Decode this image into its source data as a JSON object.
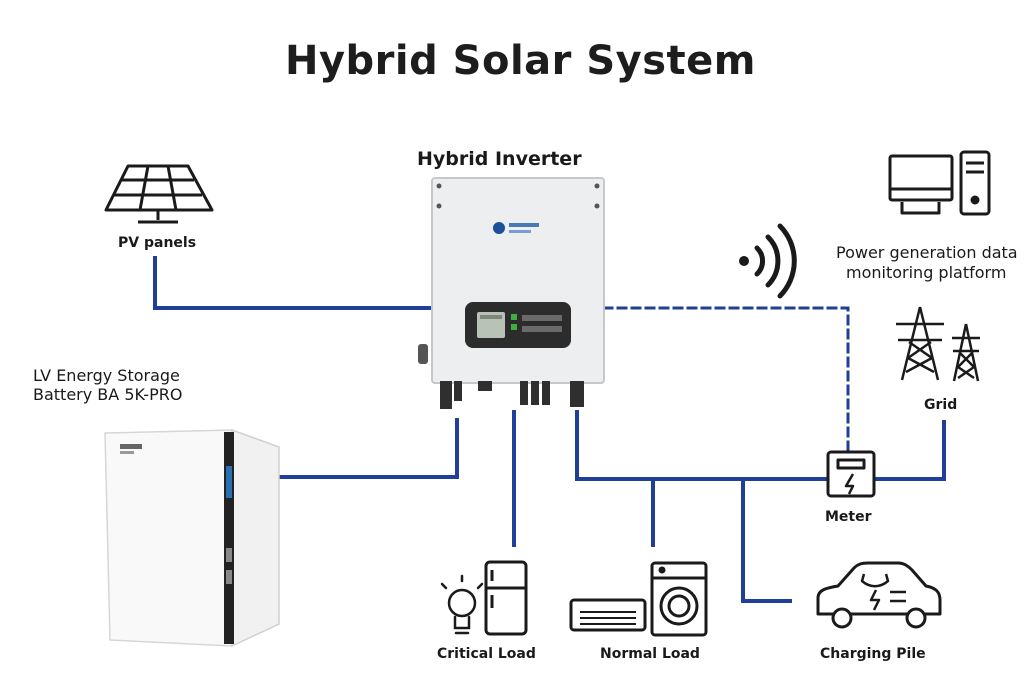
{
  "title": "Hybrid Solar System",
  "nodes": {
    "inverter": "Hybrid Inverter",
    "pv": "PV panels",
    "battery_line1": "LV Energy Storage",
    "battery_line2": "Battery BA 5K-PRO",
    "monitoring_line1": "Power generation data",
    "monitoring_line2": "monitoring platform",
    "grid": "Grid",
    "meter": "Meter",
    "critical_load": "Critical Load",
    "normal_load": "Normal Load",
    "charging_pile": "Charging Pile"
  },
  "colors": {
    "wire": "#1f3f99",
    "icon": "#1a1a1a",
    "inverter_body": "#eceef0",
    "screen": "#2c2c2c",
    "lcd": "#b9c2b6",
    "battery_accent": "#2a6fb0"
  },
  "icons": [
    "solar-panel-icon",
    "computer-icon",
    "wifi-signal-icon",
    "power-tower-icon",
    "meter-icon",
    "bulb-icon",
    "fridge-icon",
    "air-conditioner-icon",
    "washing-machine-icon",
    "electric-car-icon"
  ]
}
